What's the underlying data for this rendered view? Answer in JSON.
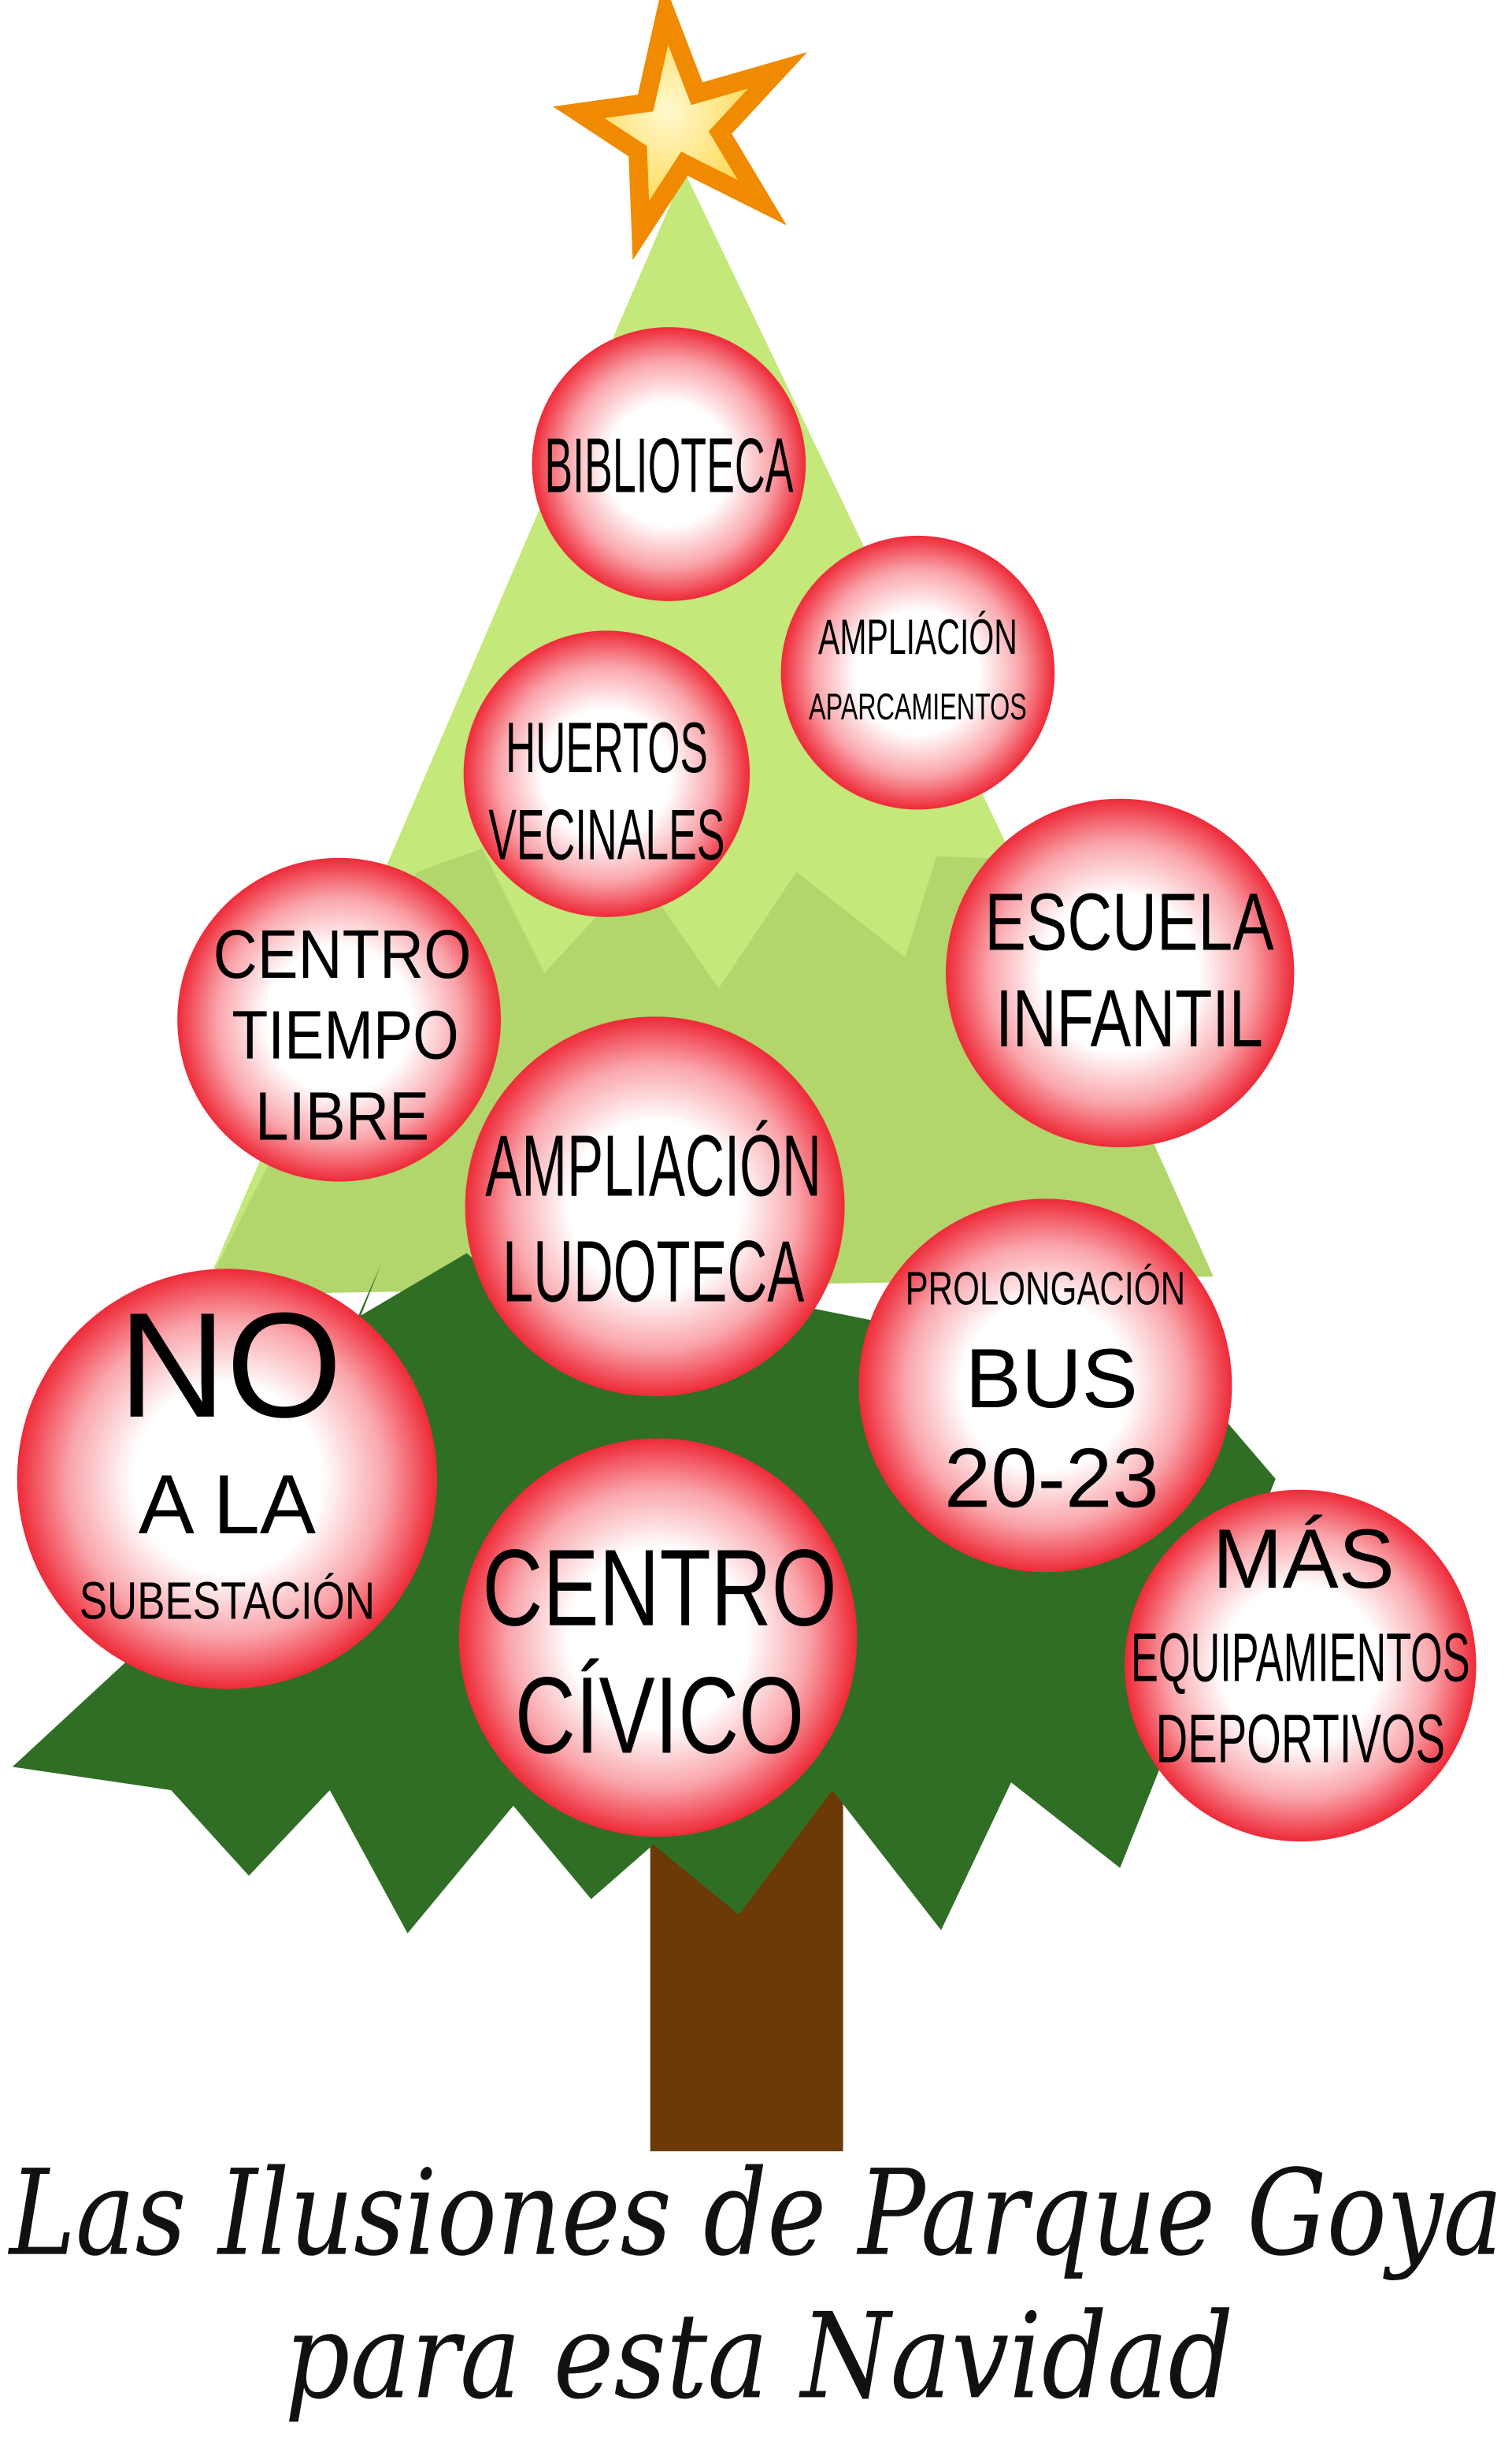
{
  "colors": {
    "light_green": "#c4e87a",
    "mid_green": "#b2d56c",
    "dark_green": "#2f6e24",
    "trunk": "#6b3a06",
    "ornament_red": "#ee2a38",
    "star_orange": "#f08a00",
    "star_yellow": "#ffe36a"
  },
  "ornaments": {
    "biblioteca": {
      "lines": [
        "BIBLIOTECA"
      ]
    },
    "aparcamientos": {
      "top": "AMPLIACIÓN",
      "arc": "APARCAMIENTOS"
    },
    "huertos": {
      "lines": [
        "HUERTOS",
        "VECINALES"
      ]
    },
    "escuela": {
      "lines": [
        "ESCUELA",
        "INFANTIL"
      ]
    },
    "tiempo_libre": {
      "lines": [
        "CENTRO",
        "TIEMPO",
        "LIBRE"
      ]
    },
    "ludoteca": {
      "lines": [
        "AMPLIACIÓN",
        "LUDOTECA"
      ]
    },
    "bus": {
      "arc": "PROLONGACIÓN",
      "lines": [
        "BUS",
        "20-23"
      ]
    },
    "subestacion": {
      "lines": [
        "NO",
        "A LA"
      ],
      "arc": "SUBESTACIÓN"
    },
    "civico": {
      "lines": [
        "CENTRO",
        "CÍVICO"
      ]
    },
    "deportivos": {
      "lines": [
        "MÁS",
        "EQUIPAMIENTOS",
        "DEPORTIVOS"
      ]
    }
  },
  "title": {
    "line1": "Las Ilusiones de Parque Goya",
    "line2": "para esta Navidad"
  }
}
